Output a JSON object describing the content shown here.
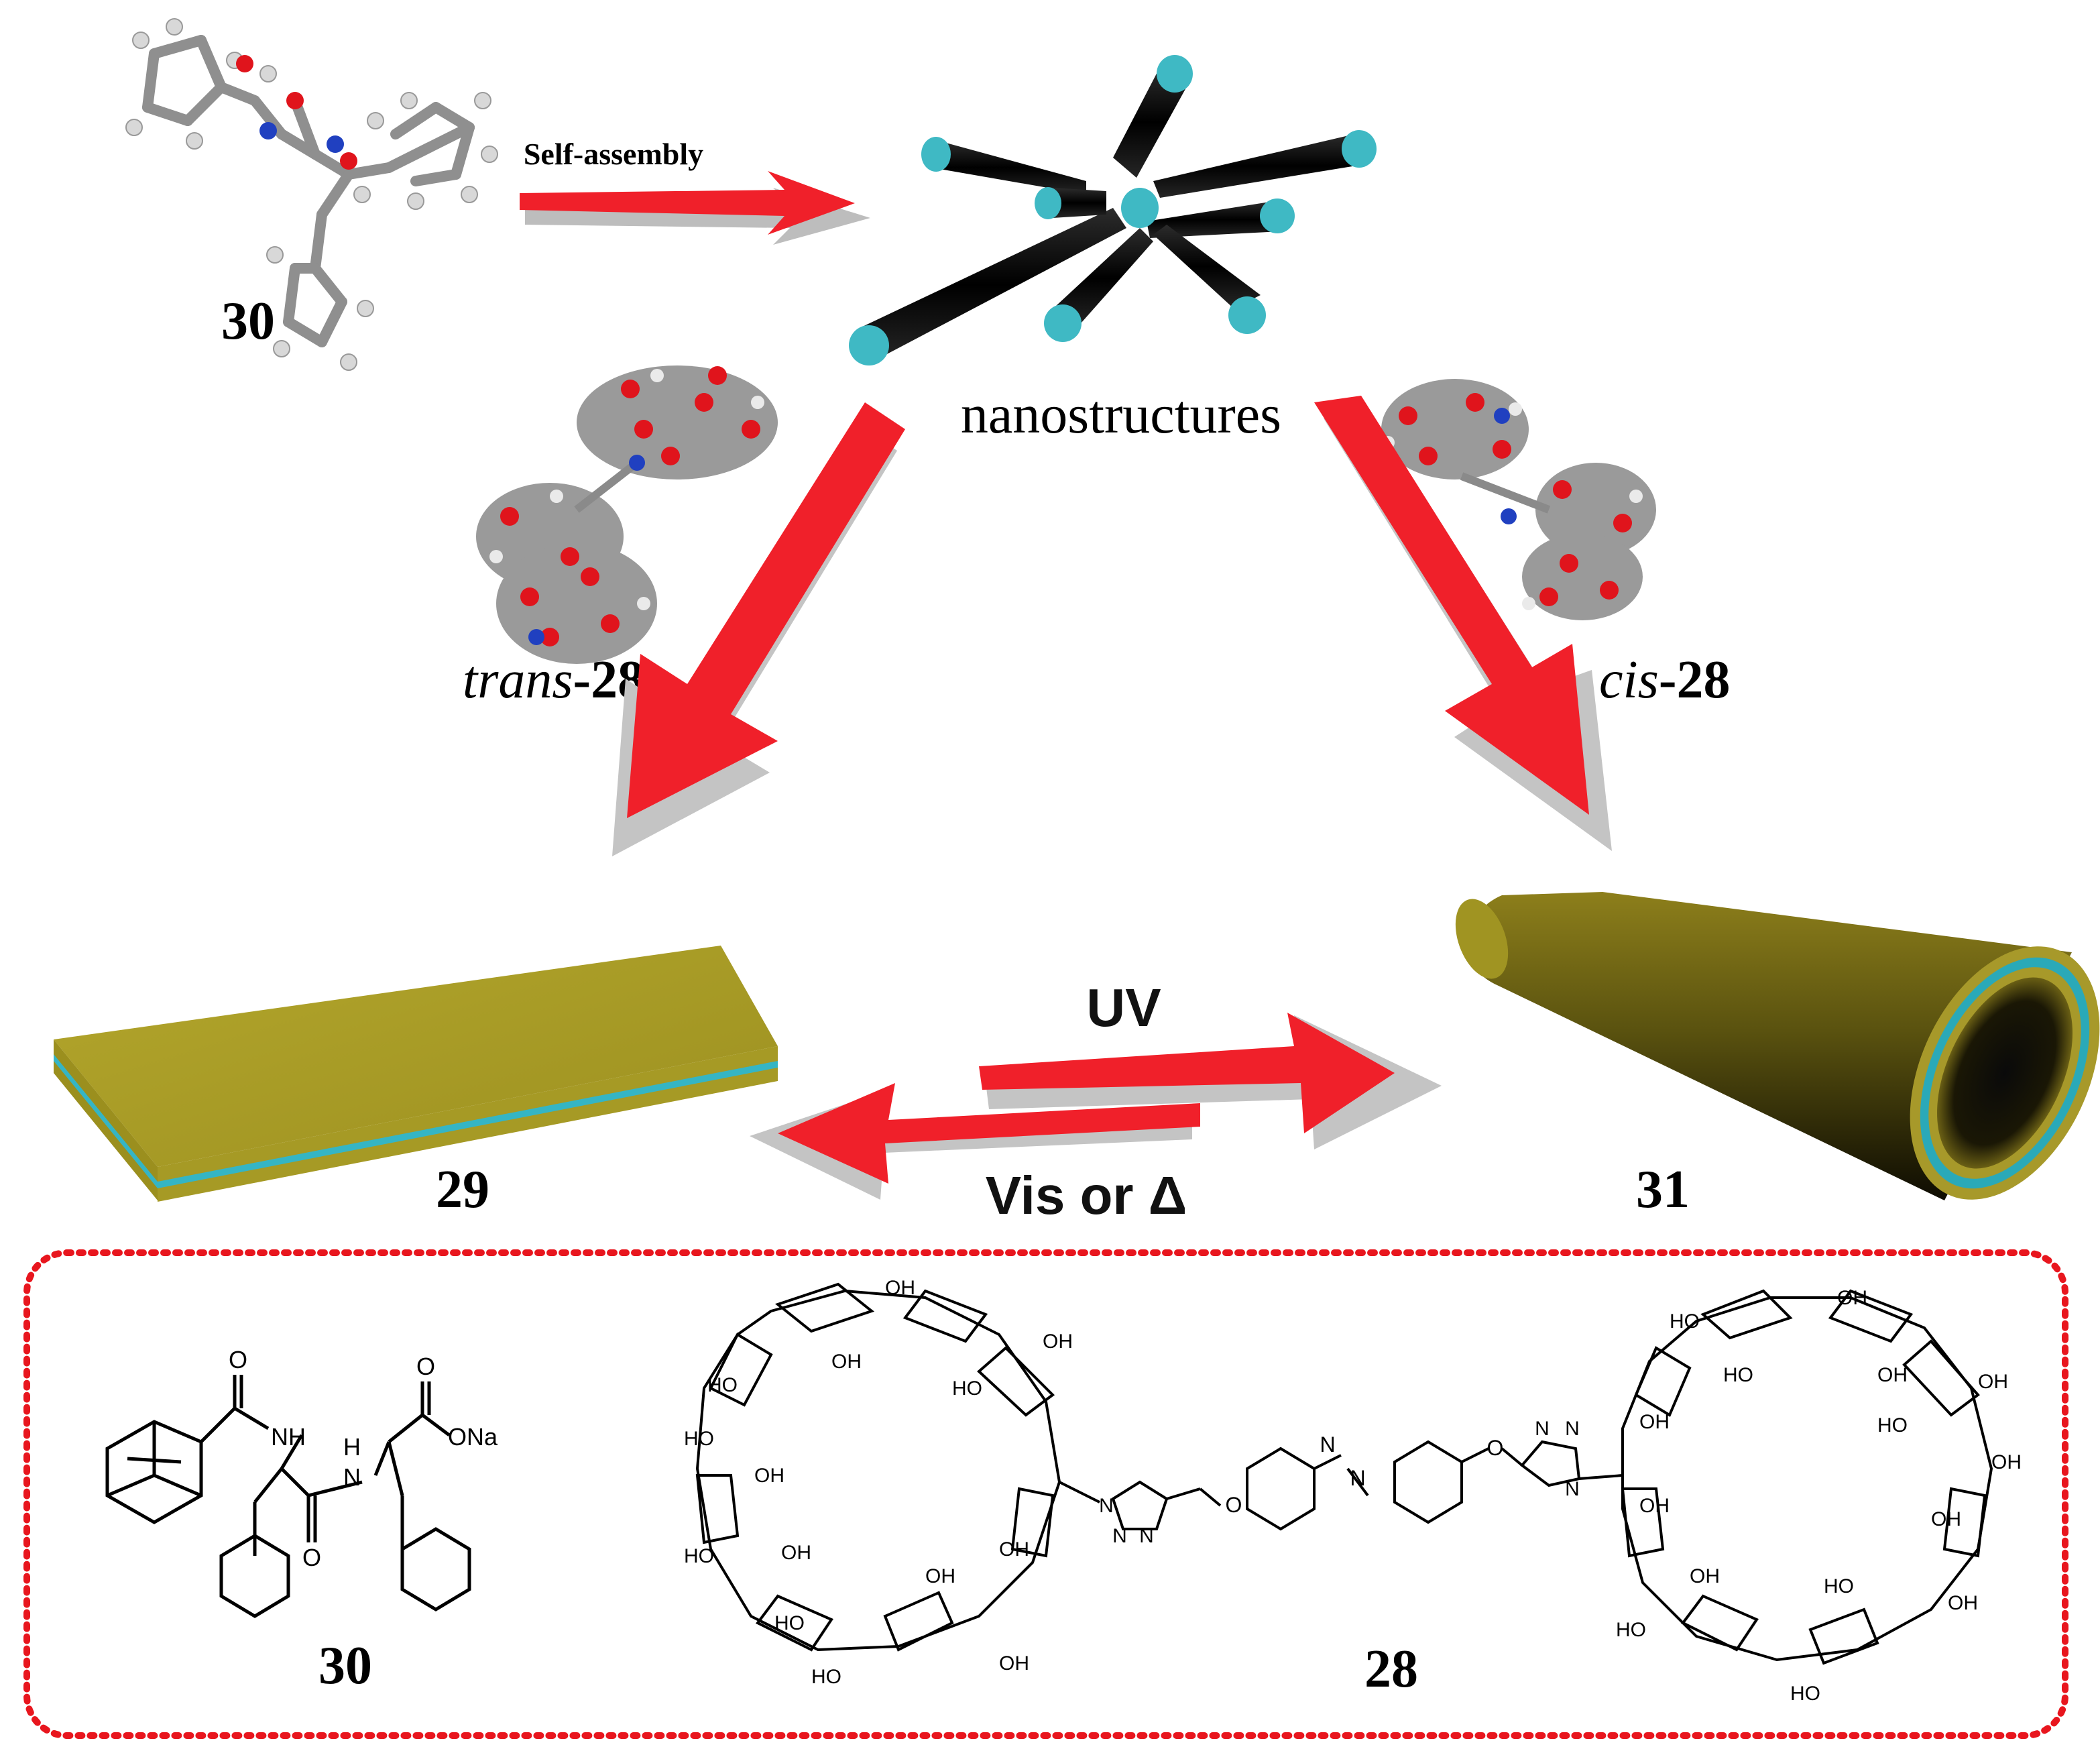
{
  "labels": {
    "compound_top": "30",
    "step_arrow": "Self-assembly",
    "nanostructures": "nanostructures",
    "trans_prefix": "trans",
    "trans_suffix": "-28",
    "cis_prefix": "cis",
    "cis_suffix": "-28",
    "sheet": "29",
    "tube": "31",
    "uv": "UV",
    "vis": "Vis or Δ",
    "compound_bottom": "30",
    "host_bottom": "28"
  },
  "chem_text": {
    "nh": "NH",
    "h": "H",
    "n": "N",
    "o": "O",
    "ona": "ONa",
    "oh": "OH",
    "ho": "HO"
  },
  "colors": {
    "arrow_red": "#f0202a",
    "arrow_shadow": "#c8c8c8",
    "rod_body": "#111111",
    "rod_cap": "#3fb9c4",
    "sheet_gold": "#b5a82e",
    "tube_gold": "#8a7c1a",
    "tube_inner": "#2aa9b8",
    "border_red": "#e8161e"
  }
}
